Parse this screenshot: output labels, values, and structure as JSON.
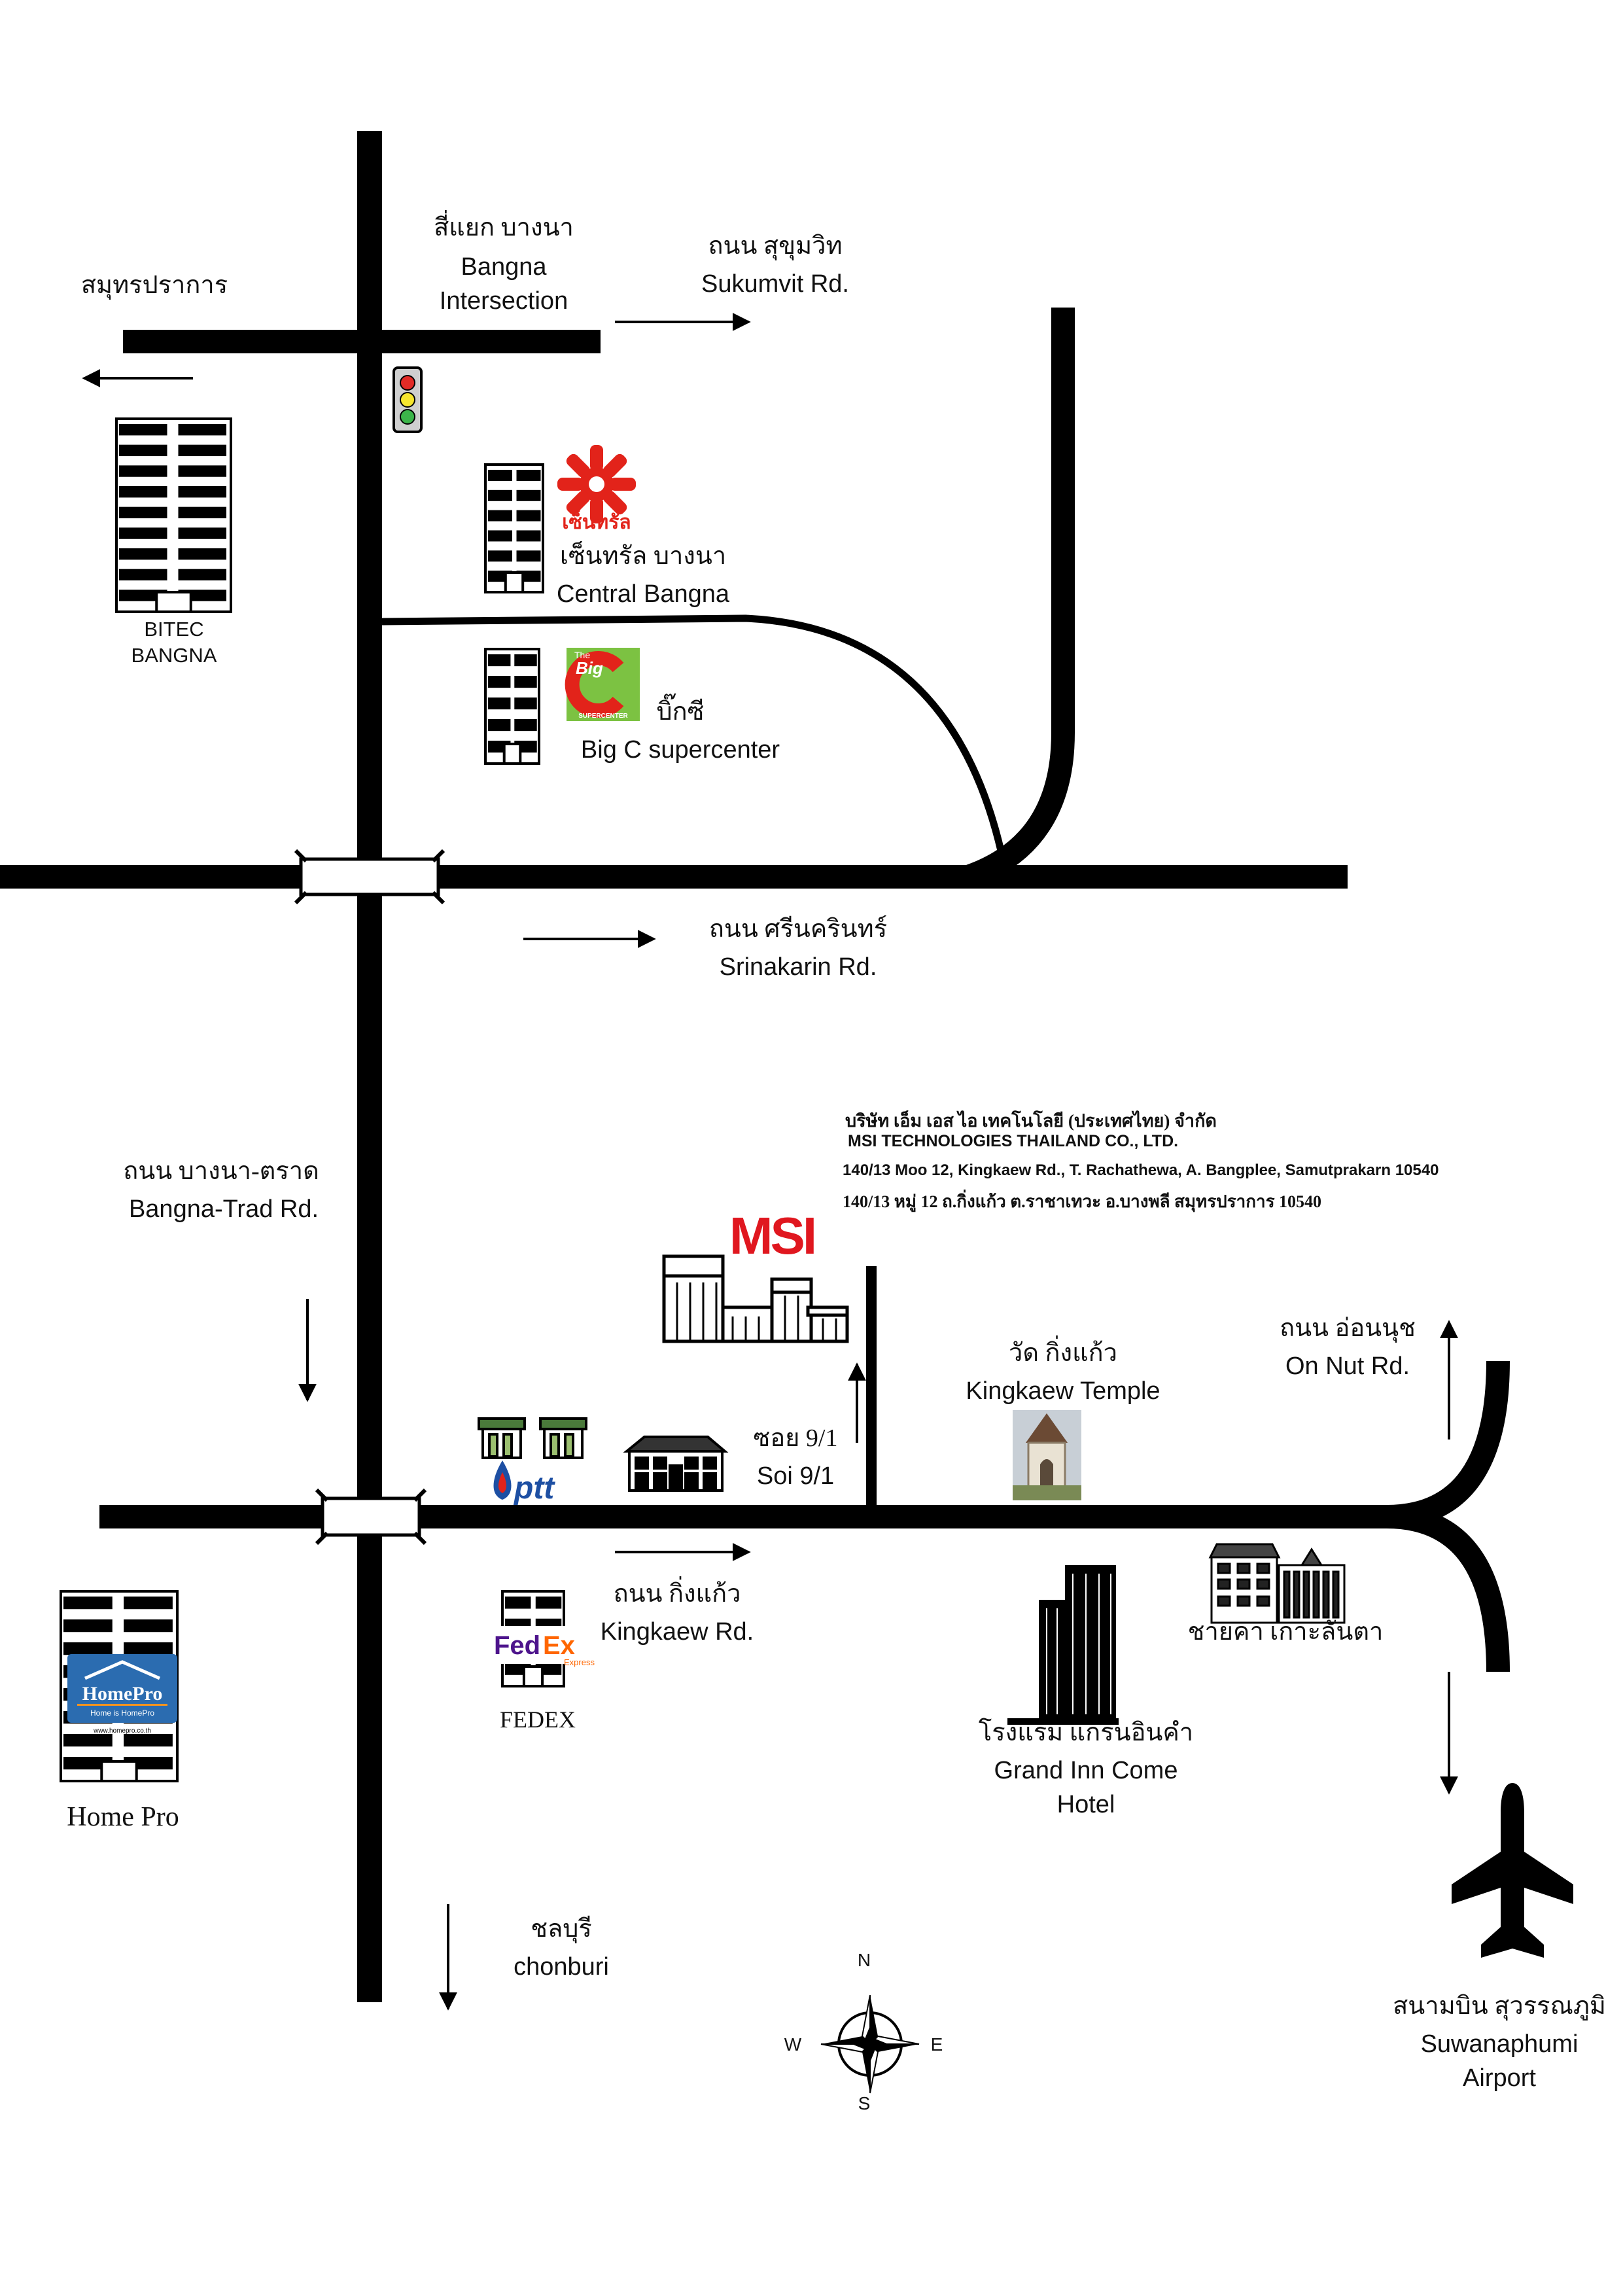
{
  "labels": {
    "samut_prakan": "สมุทรปราการ",
    "bangna_intersection_th": "สี่แยก บางนา",
    "bangna_intersection_en_1": "Bangna",
    "bangna_intersection_en_2": "Intersection",
    "sukumvit_th": "ถนน สุขุมวิท",
    "sukumvit_en": "Sukumvit Rd.",
    "bitec_1": "BITEC",
    "bitec_2": "BANGNA",
    "central_logo": "เซ็นทรัล",
    "central_th": "เซ็นทรัล บางนา",
    "central_en": "Central Bangna",
    "bigc_logo_small": "The",
    "bigc_logo": "Big",
    "bigc_logo_sub": "SUPERCENTER",
    "bigc_th": "บิ๊กซี",
    "bigc_en": "Big C supercenter",
    "srinakarin_th": "ถนน ศรีนครินทร์",
    "srinakarin_en": "Srinakarin Rd.",
    "msi_th": "บริษัท เอ็ม เอส ไอ เทคโนโลยี (ประเทศไทย) จำกัด",
    "msi_en": "MSI TECHNOLOGIES THAILAND CO., LTD.",
    "address_en": "140/13 Moo 12, Kingkaew Rd., T. Rachathewa, A. Bangplee, Samutprakarn 10540",
    "address_th": "140/13 หมู่ 12 ถ.กิ่งแก้ว ต.ราชาเทวะ อ.บางพลี สมุทรปราการ 10540",
    "msi_logo": "MSI",
    "bangna_trad_th": "ถนน บางนา-ตราด",
    "bangna_trad_en": "Bangna-Trad  Rd.",
    "soi_th": "ซอย 9/1",
    "soi_en": "Soi 9/1",
    "ptt_logo": "ptt",
    "temple_th": "วัด กิ่งแก้ว",
    "temple_en": "Kingkaew Temple",
    "onnut_th": "ถนน อ่อนนุช",
    "onnut_en": "On Nut Rd.",
    "kingkaew_th": "ถนน กิ่งแก้ว",
    "kingkaew_en": "Kingkaew  Rd.",
    "fedex_logo_1": "Fed",
    "fedex_logo_2": "Ex",
    "fedex_logo_sub": "Express",
    "fedex": "FEDEX",
    "homepro_logo": "HomePro",
    "homepro_logo_sub": "Home is HomePro",
    "homepro_logo_url": "www.homepro.co.th",
    "homepro": "Home Pro",
    "chaiya_th": "ชายคา เกาะลันตา",
    "grand_th": "โรงแรม แกรนอินคำ",
    "grand_en_1": "Grand Inn Come",
    "grand_en_2": "Hotel",
    "chonburi_th": "ชลบุรี",
    "chonburi_en": "chonburi",
    "airport_th": "สนามบิน สุวรรณภูมิ",
    "airport_en_1": "Suwanaphumi",
    "airport_en_2": "Airport",
    "compass_n": "N",
    "compass_s": "S",
    "compass_e": "E",
    "compass_w": "W"
  },
  "colors": {
    "road": "#000000",
    "central_red": "#e2231a",
    "bigc_green": "#7cc242",
    "bigc_red": "#e2231a",
    "msi_red": "#e0171f",
    "ptt_blue": "#1d4fa3",
    "fedex_purple": "#4d148c",
    "fedex_orange": "#ff6600",
    "homepro_blue": "#2b6cb0",
    "homepro_orange": "#f7941d",
    "signal_red": "#e22b26",
    "signal_yellow": "#f6e62e",
    "signal_green": "#3cb54a"
  },
  "icons": {
    "traffic_light": "traffic-light-icon",
    "airplane": "airplane-icon",
    "compass": "compass-rose-icon",
    "building": "building-icon",
    "temple": "temple-icon"
  }
}
